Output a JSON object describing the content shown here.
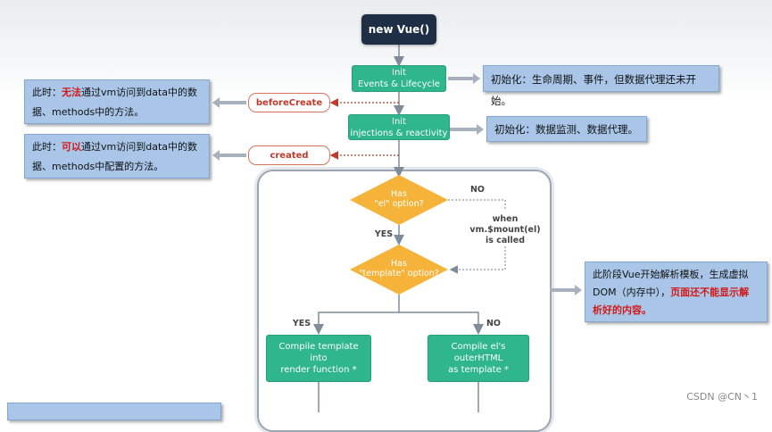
{
  "nodes": {
    "new_vue": "new Vue()",
    "init_events_1": "Init",
    "init_events_2": "Events & Lifecycle",
    "init_inj_1": "Init",
    "init_inj_2": "injections & reactivity",
    "before_create": "beforeCreate",
    "created": "created",
    "has_el_1": "Has",
    "has_el_2": "\"el\" option?",
    "has_template_1": "Has",
    "has_template_2": "\"template\" option?",
    "compile_template_1": "Compile template",
    "compile_template_2": "into",
    "compile_template_3": "render function *",
    "compile_el_1": "Compile el's",
    "compile_el_2": "outerHTML",
    "compile_el_3": "as template *"
  },
  "labels": {
    "no_1": "NO",
    "yes_1": "YES",
    "when_1": "when",
    "when_2": "vm.$mount(el)",
    "when_3": "is called",
    "yes_2": "YES",
    "no_2": "NO"
  },
  "notes": {
    "init_lifecycle": "初始化：生命周期、事件，但数据代理还未开始。",
    "init_data": "初始化：数据监测、数据代理。",
    "before_create_prefix": "此时：",
    "before_create_red": "无法",
    "before_create_rest": "通过vm访问到data中的数",
    "before_create_line2": "据、methods中的方法。",
    "created_prefix": "此时：",
    "created_red": "可以",
    "created_rest": "通过vm访问到data中的数",
    "created_line2": "据、methods中配置的方法。",
    "template_line1": "此阶段Vue开始解析模板，生成虚拟",
    "template_line2a": "DOM（内存中），",
    "template_line2_red": "页面还不能显示解",
    "template_line3_red": "析好的内容。"
  },
  "watermark": "CSDN @CN丶1",
  "colors": {
    "dark_node": "#1e2f45",
    "green_node": "#2fb68a",
    "hook_border": "#d8745d",
    "diamond": "#f6b33a",
    "note_bg": "#a9c6e8",
    "red_text": "#d21919"
  }
}
